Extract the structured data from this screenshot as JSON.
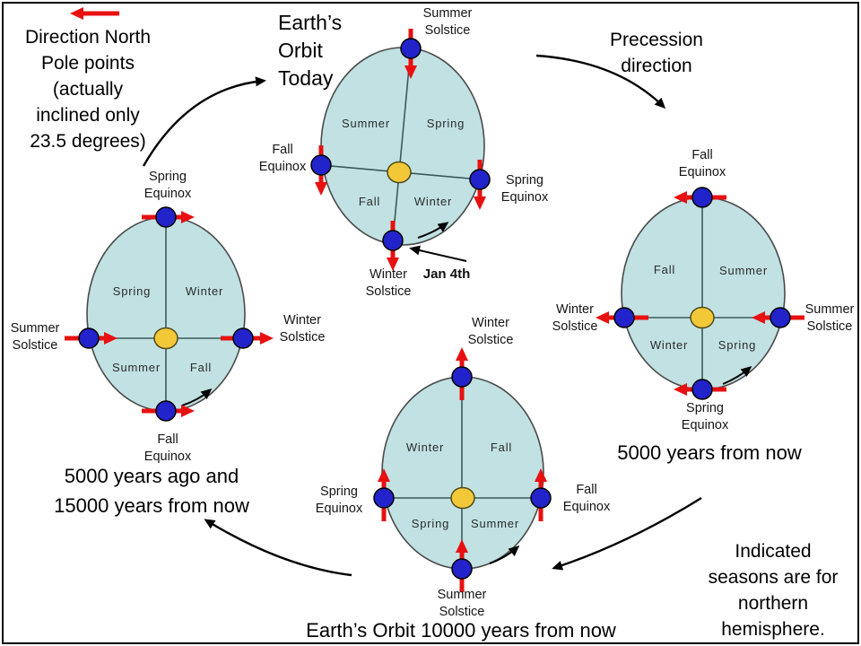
{
  "legend": {
    "north_pole_note": [
      "Direction North",
      "Pole points",
      "(actually",
      "inclined only",
      "23.5 degrees)"
    ],
    "precession_note": [
      "Precession",
      "direction"
    ],
    "hemisphere_note": [
      "Indicated",
      "seasons are for",
      "northern",
      "hemisphere."
    ]
  },
  "diagrams": {
    "today": {
      "title": [
        "Earth’s",
        "Orbit",
        "Today"
      ],
      "point_labels": {
        "top": [
          "Summer",
          "Solstice"
        ],
        "left": [
          "Fall",
          "Equinox"
        ],
        "right": [
          "Spring",
          "Equinox"
        ],
        "bottom": [
          "Winter",
          "Solstice"
        ]
      },
      "quadrant_labels": {
        "nw": "Summer",
        "ne": "Spring",
        "sw": "Fall",
        "se": "Winter"
      },
      "perihelion_date": "Jan 4th"
    },
    "past5000": {
      "caption": [
        "5000 years ago and",
        "15000 years from now"
      ],
      "point_labels": {
        "top": [
          "Spring",
          "Equinox"
        ],
        "left": [
          "Summer",
          "Solstice"
        ],
        "right": [
          "Winter",
          "Solstice"
        ],
        "bottom": [
          "Fall",
          "Equinox"
        ]
      },
      "quadrant_labels": {
        "nw": "Spring",
        "ne": "Winter",
        "sw": "Summer",
        "se": "Fall"
      }
    },
    "future5000": {
      "caption": [
        "5000 years from now"
      ],
      "point_labels": {
        "top": [
          "Fall",
          "Equinox"
        ],
        "left": [
          "Winter",
          "Solstice"
        ],
        "right": [
          "Summer",
          "Solstice"
        ],
        "bottom": [
          "Spring",
          "Equinox"
        ]
      },
      "quadrant_labels": {
        "nw": "Fall",
        "ne": "Summer",
        "sw": "Winter",
        "se": "Spring"
      }
    },
    "future10000": {
      "caption": [
        "Earth’s Orbit 10000 years from now"
      ],
      "point_labels": {
        "top": [
          "Winter",
          "Solstice"
        ],
        "left": [
          "Spring",
          "Equinox"
        ],
        "right": [
          "Fall",
          "Equinox"
        ],
        "bottom": [
          "Summer",
          "Solstice"
        ]
      },
      "quadrant_labels": {
        "nw": "Winter",
        "ne": "Fall",
        "sw": "Spring",
        "se": "Summer"
      }
    }
  },
  "colors": {
    "orbit_fill": "#c1e1e3",
    "orbit_outline": "#4a4a4a",
    "axis_line": "#3a5a5a",
    "earth_dot": "#2323cb",
    "sun_fill": "#f3c838",
    "sun_outline": "#4d4a1a",
    "pole_arrow": "#e81010",
    "flow_arrow": "#000000"
  }
}
